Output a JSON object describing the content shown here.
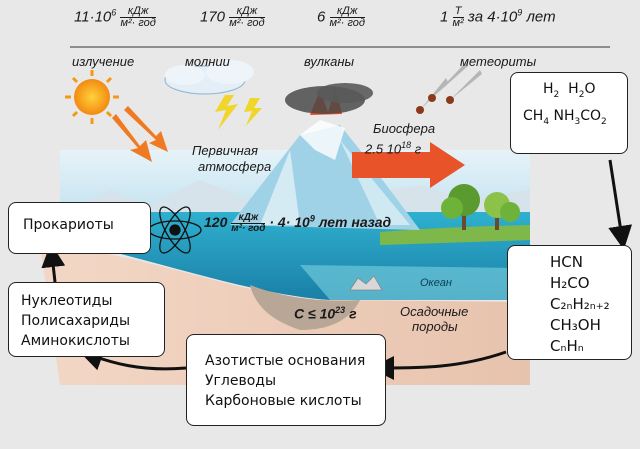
{
  "top": {
    "values": [
      {
        "coef": "11·10",
        "exp": "6",
        "num": "кДж",
        "den": "м²· год"
      },
      {
        "coef": "170",
        "exp": "",
        "num": "кДж",
        "den": "м²· год"
      },
      {
        "coef": "6",
        "exp": "",
        "num": "кДж",
        "den": "м²· год"
      },
      {
        "coef": "1",
        "exp": "",
        "num": "Т",
        "den": "м²",
        "tail": "за 4·10",
        "tail_exp": "9",
        "tail_end": "лет"
      }
    ],
    "labels": [
      "излучение",
      "молнии",
      "вулканы",
      "метеориты"
    ]
  },
  "scene": {
    "primary_atm": [
      "Первичная",
      "атмосфера"
    ],
    "biosphere": [
      "Биосфера",
      "2.5 10",
      "18",
      "г"
    ],
    "atom_energy": {
      "coef": "120",
      "num": "кДж",
      "den": "м²· год",
      "rest": "· 4· 10",
      "exp": "9",
      "tail": "лет назад"
    },
    "ocean": "Океан",
    "carbon": {
      "text": "С ≤ 10",
      "exp": "23",
      "unit": "г"
    },
    "sediment": [
      "Осадочные",
      "породы"
    ]
  },
  "boxes": {
    "gases": {
      "l1": [
        "H",
        "2",
        "H",
        "2",
        "O"
      ],
      "l2": [
        "CH",
        "4",
        "NH",
        "3",
        "CO",
        "2"
      ]
    },
    "organics": [
      "HCN",
      "H₂CO",
      "C₂ₙH₂ₙ₊₂",
      "CH₃OH",
      "CₙHₙ"
    ],
    "prokaryotes": "Прокариоты",
    "biopolymers": [
      "Нуклеотиды",
      "Полисахариды",
      "Аминокислоты"
    ],
    "monomers": [
      "Азотистые основания",
      "Углеводы",
      "Карбоновые  кислоты"
    ]
  },
  "colors": {
    "sky": "#c9e6f2",
    "sea": "#2aa4c6",
    "arrow": "#e8532a",
    "sun": "#f7a21b"
  }
}
